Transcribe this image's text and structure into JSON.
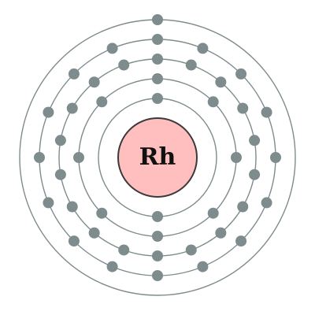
{
  "element": {
    "symbol": "Rh"
  },
  "shells": [
    {
      "electrons": 2
    },
    {
      "electrons": 8
    },
    {
      "electrons": 18
    },
    {
      "electrons": 16
    },
    {
      "electrons": 1
    }
  ],
  "colors": {
    "nucleus_fill": "#ffbfbf",
    "nucleus_stroke": "#3a3a3a",
    "shell": "#7f8c8d",
    "electron": "#7f8c8d",
    "symbol_text": "#111111"
  }
}
